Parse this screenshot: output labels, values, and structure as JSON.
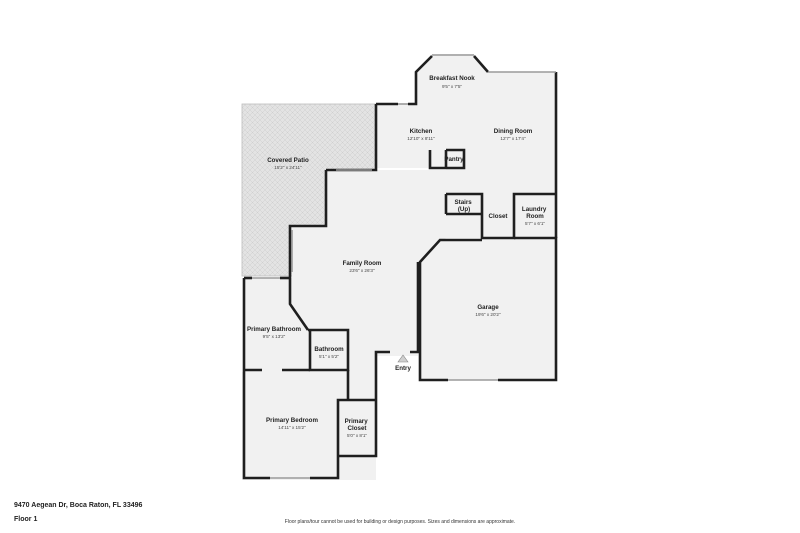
{
  "address": "9470 Aegean Dr, Boca Raton, FL 33496",
  "floor": "Floor 1",
  "disclaimer": "Floor plans/tour cannot be used for building or design purposes. Sizes and dimensions are approximate.",
  "entry": "Entry",
  "colors": {
    "wall": "#1f1f1f",
    "floor": "#f2f2f2",
    "patio": "#dedede",
    "window": "#c9c9c9"
  },
  "rooms": [
    {
      "id": "breakfast-nook",
      "name": "Breakfast Nook",
      "dims": "9'5\" x 7'5\""
    },
    {
      "id": "kitchen",
      "name": "Kitchen",
      "dims": "12'10\" x 8'11\""
    },
    {
      "id": "dining-room",
      "name": "Dining Room",
      "dims": "12'7\" x 17'4\""
    },
    {
      "id": "pantry",
      "name": "Pantry",
      "dims": ""
    },
    {
      "id": "covered-patio",
      "name": "Covered Patio",
      "dims": "15'2\" x 24'11\""
    },
    {
      "id": "stairs",
      "name": "Stairs\n(Up)",
      "dims": ""
    },
    {
      "id": "closet",
      "name": "Closet",
      "dims": ""
    },
    {
      "id": "laundry-room",
      "name": "Laundry\nRoom",
      "dims": "5'7\" x 6'1\""
    },
    {
      "id": "family-room",
      "name": "Family Room",
      "dims": "23'6\" x 26'3\""
    },
    {
      "id": "garage",
      "name": "Garage",
      "dims": "19'6\" x 20'2\""
    },
    {
      "id": "primary-bathroom",
      "name": "Primary Bathroom",
      "dims": "9'5\" x 13'2\""
    },
    {
      "id": "bathroom",
      "name": "Bathroom",
      "dims": "5'1\" x 5'2\""
    },
    {
      "id": "primary-bedroom",
      "name": "Primary Bedroom",
      "dims": "14'11\" x 15'2\""
    },
    {
      "id": "primary-closet",
      "name": "Primary\nCloset",
      "dims": "5'0\" x 8'1\""
    }
  ]
}
